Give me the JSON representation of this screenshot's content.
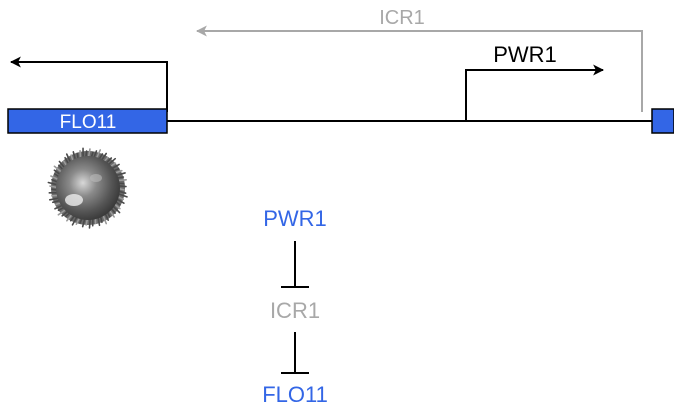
{
  "colors": {
    "blue": "#3366E6",
    "gray": "#A8A8A8",
    "black": "#000000",
    "white": "#FFFFFF"
  },
  "locus": {
    "gene_left_label": "FLO11",
    "transcript_icr1_label": "ICR1",
    "transcript_pwr1_label": "PWR1"
  },
  "pathway": {
    "top_label": "PWR1",
    "middle_label": "ICR1",
    "bottom_label": "FLO11"
  },
  "icons": {
    "colony": "yeast-colony-icon"
  }
}
